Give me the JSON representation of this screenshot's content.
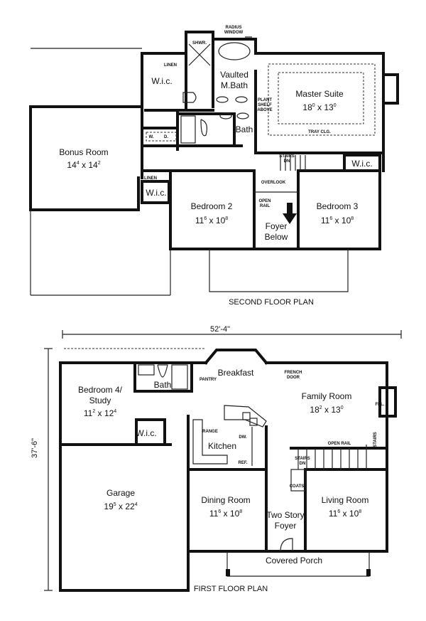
{
  "second_floor": {
    "title": "SECOND FLOOR PLAN",
    "rooms": [
      {
        "name": "Bonus Room",
        "w_ft": "14",
        "w_in": "4",
        "d_ft": "14",
        "d_in": "2"
      },
      {
        "name": "Master Suite",
        "w_ft": "18",
        "w_in": "0",
        "d_ft": "13",
        "d_in": "0"
      },
      {
        "name": "Bedroom 2",
        "w_ft": "11",
        "w_in": "6",
        "d_ft": "10",
        "d_in": "8"
      },
      {
        "name": "Bedroom 3",
        "w_ft": "11",
        "w_in": "6",
        "d_ft": "10",
        "d_in": "8"
      }
    ],
    "labels": {
      "vaulted": "Vaulted",
      "mbath": "M.Bath",
      "bath": "Bath",
      "wic": "W.i.c.",
      "foyer": "Foyer",
      "below": "Below",
      "radius": "RADIUS",
      "window": "WINDOW",
      "shwr": "SHWR.",
      "linen": "LINEN",
      "plant": "PLANT",
      "shelf": "SHELF",
      "above": "ABOVE",
      "tray": "TRAY CLG.",
      "stairs": "STAIRS",
      "dn": "DN",
      "overlook": "OVERLOOK",
      "open": "OPEN",
      "rail": "RAIL",
      "w": "W.",
      "dr": "D."
    }
  },
  "first_floor": {
    "title": "FIRST FLOOR PLAN",
    "width_dim": "52'-4\"",
    "depth_dim": "37'-6\"",
    "rooms": [
      {
        "name": "Bedroom 4/",
        "name2": "Study",
        "w_ft": "11",
        "w_in": "2",
        "d_ft": "12",
        "d_in": "4"
      },
      {
        "name": "Family Room",
        "w_ft": "18",
        "w_in": "2",
        "d_ft": "13",
        "d_in": "0"
      },
      {
        "name": "Garage",
        "w_ft": "19",
        "w_in": "5",
        "d_ft": "22",
        "d_in": "4"
      },
      {
        "name": "Dining Room",
        "w_ft": "11",
        "w_in": "6",
        "d_ft": "10",
        "d_in": "8"
      },
      {
        "name": "Living Room",
        "w_ft": "11",
        "w_in": "6",
        "d_ft": "10",
        "d_in": "8"
      }
    ],
    "labels": {
      "breakfast": "Breakfast",
      "bath": "Bath",
      "kitchen": "Kitchen",
      "wic": "W.i.c.",
      "two_story": "Two Story",
      "foyer": "Foyer",
      "porch": "Covered Porch",
      "pantry": "PANTRY",
      "french": "FRENCH",
      "door": "DOOR",
      "fpl": "FPL.",
      "range": "RANGE",
      "dw": "DW.",
      "ref": "REF.",
      "open_rail": "OPEN RAIL",
      "stairs": "STAIRS",
      "dn": "DN",
      "coats": "COATS"
    }
  }
}
